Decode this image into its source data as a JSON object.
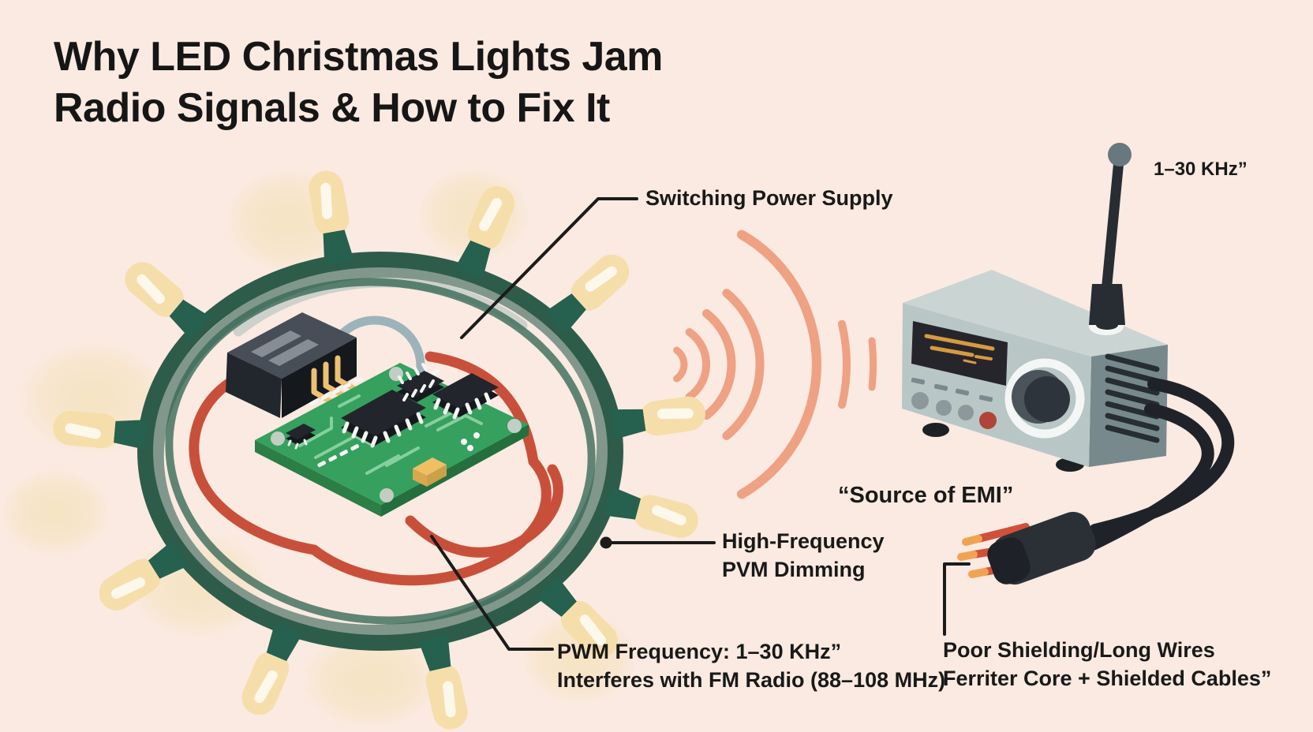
{
  "title": {
    "line1": "Why LED Christmas Lights Jam",
    "line2": "Radio Signals & How to Fix It"
  },
  "labels": {
    "switching_power_supply": "Switching Power Supply",
    "high_frequency_line1": "High-Frequency",
    "high_frequency_line2": "PVM Dimming",
    "pwm_line1": "PWM Frequency: 1–30 KHz”",
    "pwm_line2": "Interferes with FM Radio (88–108 MHz)",
    "source_of_emi": "“Source of EMI”",
    "antenna_frequency": "1–30 KHz”",
    "shielding_line1": "Poor Shielding/Long Wires",
    "shielding_line2": "Ferriter Core + Shielded Cables”"
  },
  "icons": {
    "emi_waves": "emi-radio-waves",
    "light_string_wreath": "led-light-string-wreath",
    "circuit_board": "led-driver-circuit-board",
    "power_supply_box": "switching-power-supply-box",
    "radio": "fm-radio-receiver",
    "antenna": "radio-antenna",
    "power_plug": "unshielded-power-plug"
  },
  "colors": {
    "background": "#faeae1",
    "ink": "#191919",
    "emi_wave": "#efa183",
    "wreath_green": "#2e5c4b",
    "wreath_sage": "#81978c",
    "bulb_cream": "#f6deab",
    "socket_green": "#26604e",
    "pcb_green": "#36a05e",
    "trace_green": "#86cf9e",
    "chip_black": "#23252c",
    "gold_pin": "#ecc172",
    "wire_red": "#c8503a",
    "radio_front": "#b9c6c6",
    "radio_top": "#cad5d3",
    "radio_side": "#77898c",
    "display_dark": "#26252b",
    "display_amber": "#d89a40",
    "cable_black": "#1f2329",
    "wire_tip_orange": "#f0a453",
    "button_red": "#ae4538"
  }
}
